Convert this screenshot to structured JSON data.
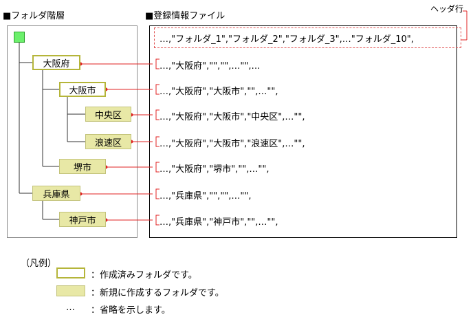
{
  "tree_panel": {
    "title": "■フォルダ階層"
  },
  "data_panel": {
    "title": "■登録情報ファイル"
  },
  "header": {
    "label": "ヘッダ行",
    "row": "…,\"フォルダ_1\",\"フォルダ_2\",\"フォルダ_3\",…\"フォルダ_10\","
  },
  "folders": [
    {
      "label": "大阪府",
      "status": "created"
    },
    {
      "label": "大阪市",
      "status": "created"
    },
    {
      "label": "中央区",
      "status": "new"
    },
    {
      "label": "浪速区",
      "status": "new"
    },
    {
      "label": "堺市",
      "status": "new"
    },
    {
      "label": "兵庫県",
      "status": "new"
    },
    {
      "label": "神戸市",
      "status": "new"
    }
  ],
  "rows": [
    "…,\"大阪府\",\"\",\"\",…\"\",…",
    "…,\"大阪府\",\"大阪市\",\"\",…\"\",",
    "…,\"大阪府\",\"大阪市\",\"中央区\",…\"\",",
    "…,\"大阪府\",\"大阪市\",\"浪速区\",…\"\",",
    "…,\"大阪府\",\"堺市\",\"\",…\"\",",
    "…,\"兵庫県\",\"\",\"\",…\"\",",
    "…,\"兵庫県\",\"神戸市\",\"\",…\"\","
  ],
  "legend": {
    "title": "（凡例）",
    "created": "：作成済みフォルダです。",
    "new": "：新規に作成するフォルダです。",
    "ellipsis_symbol": "…",
    "ellipsis": "：省略を示します。"
  },
  "colors": {
    "created_border": "#b5b53a",
    "new_fill": "#e8e8a6",
    "root_fill": "#6cf06c",
    "connector": "#e02020"
  }
}
